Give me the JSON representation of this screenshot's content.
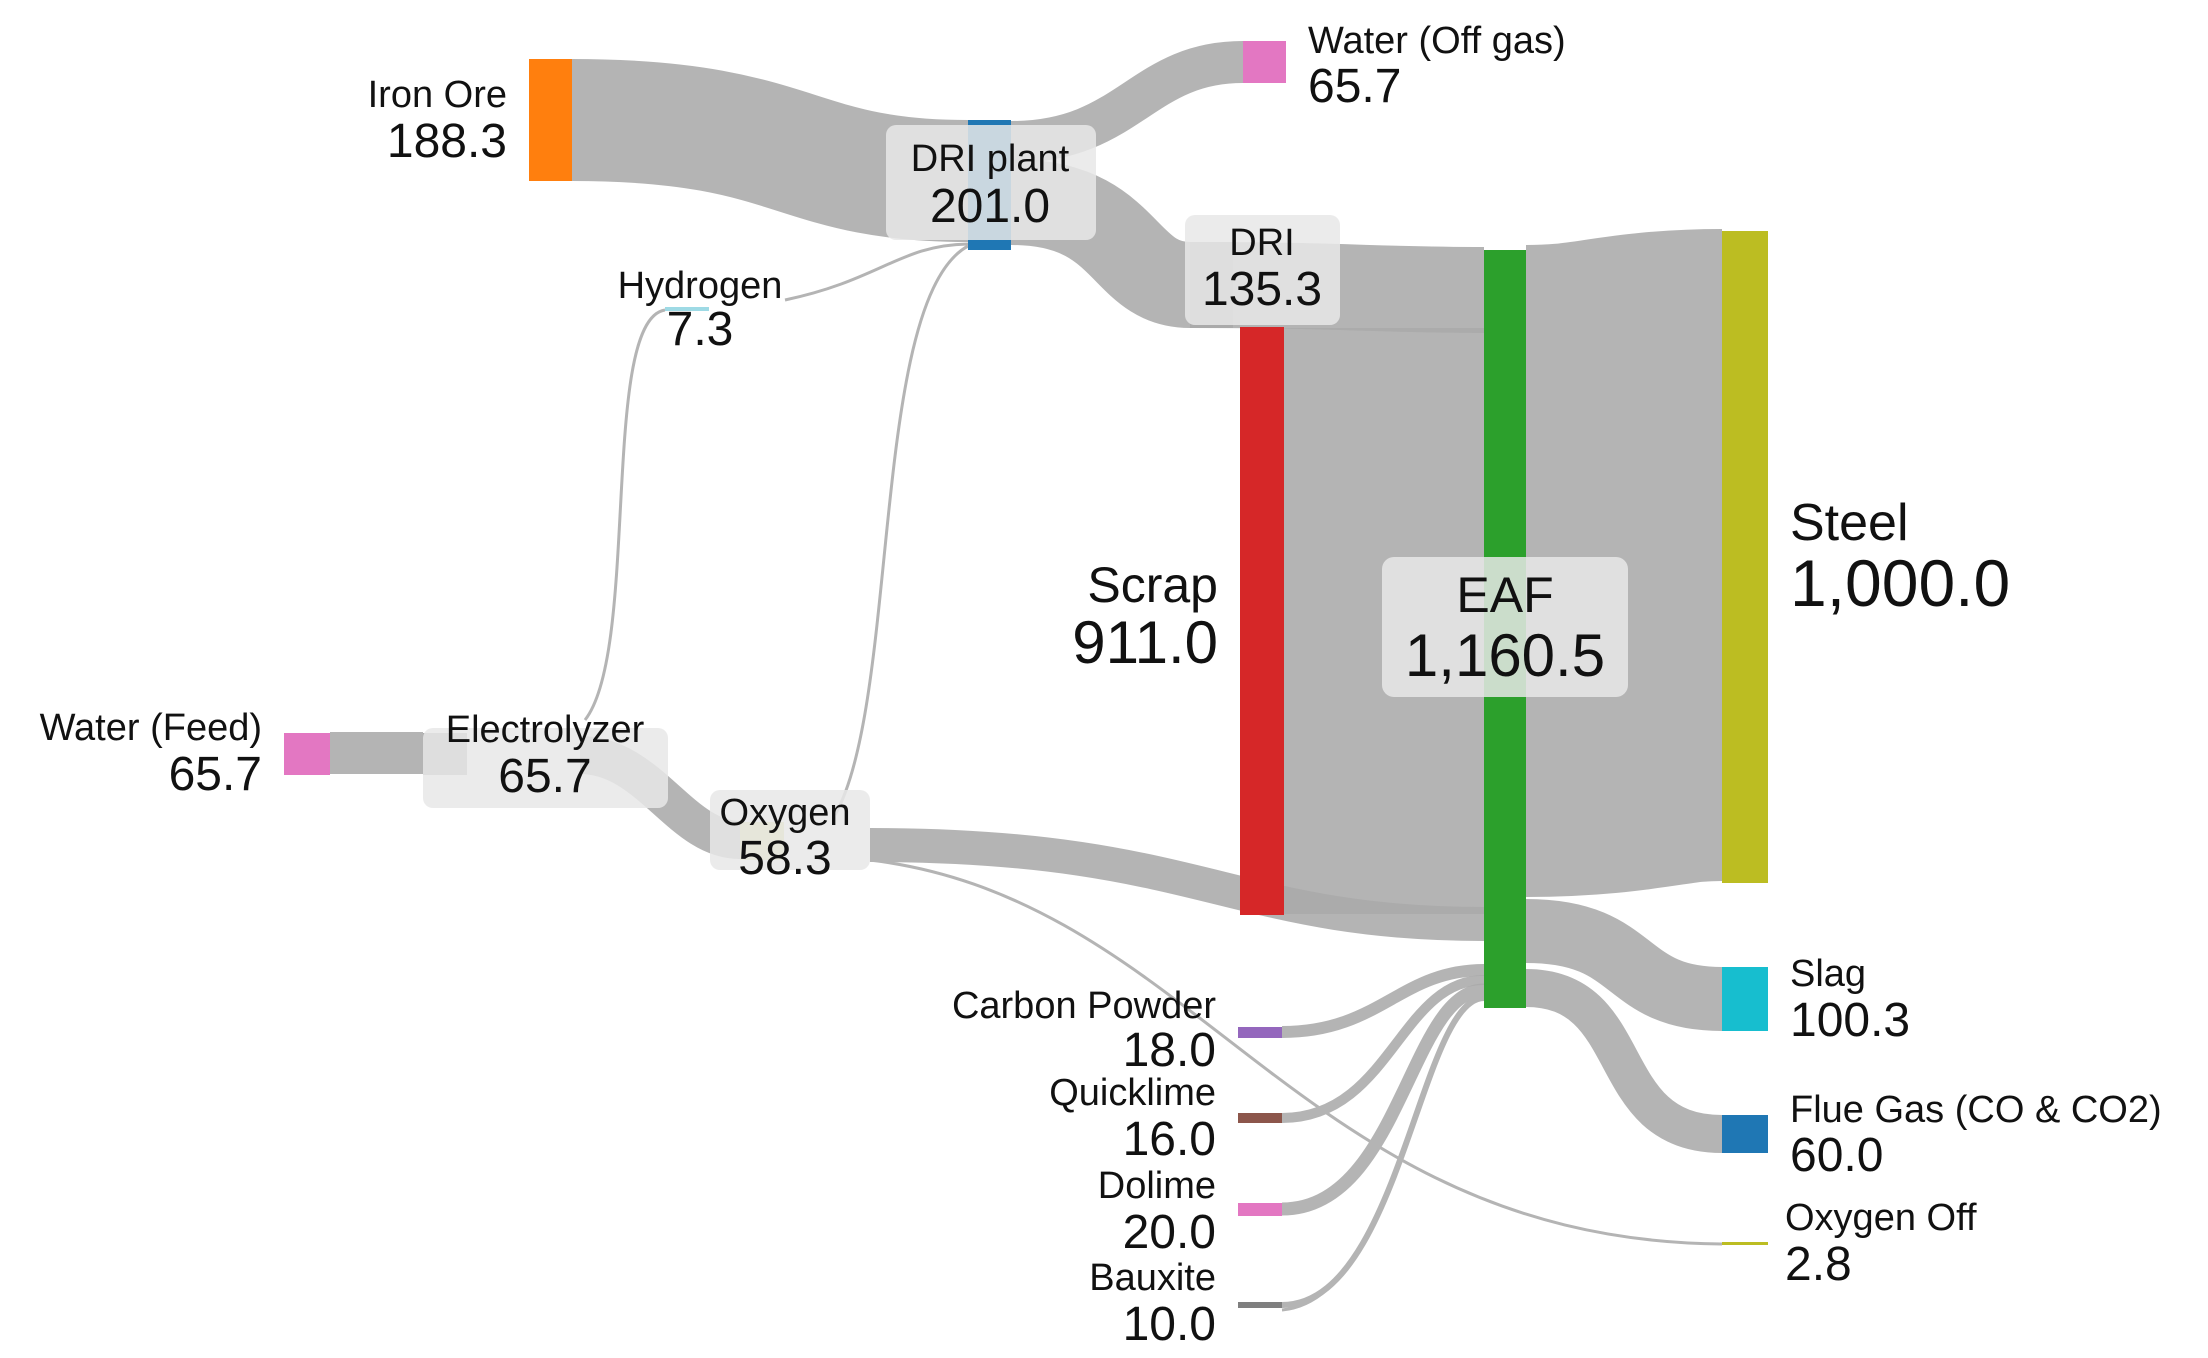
{
  "colors": {
    "iron_ore": "#ff7f0e",
    "water": "#e377c2",
    "dri_plant": "#1f77b4",
    "hydrogen": "#9edae5",
    "oxygen": "#dbdb8d",
    "scrap": "#d62728",
    "eaf": "#2ca02c",
    "steel": "#bcbd22",
    "slag": "#17becf",
    "flue_gas": "#1f77b4",
    "carbon_powder": "#9467bd",
    "quicklime": "#8c564b",
    "dolime": "#e377c2",
    "bauxite": "#7f7f7f",
    "oxygen_off": "#bcbd22",
    "link": "#aaaaaa"
  },
  "nodes": {
    "iron_ore": {
      "name": "Iron Ore",
      "value": "188.3"
    },
    "water_off": {
      "name": "Water (Off gas)",
      "value": "65.7"
    },
    "dri_plant": {
      "name": "DRI plant",
      "value": "201.0"
    },
    "hydrogen": {
      "name": "Hydrogen",
      "value": "7.3"
    },
    "dri": {
      "name": "DRI",
      "value": "135.3"
    },
    "water_feed": {
      "name": "Water (Feed)",
      "value": "65.7"
    },
    "electrolyzer": {
      "name": "Electrolyzer",
      "value": "65.7"
    },
    "oxygen": {
      "name": "Oxygen",
      "value": "58.3"
    },
    "scrap": {
      "name": "Scrap",
      "value": "911.0"
    },
    "eaf": {
      "name": "EAF",
      "value": "1,160.5"
    },
    "steel": {
      "name": "Steel",
      "value": "1,000.0"
    },
    "slag": {
      "name": "Slag",
      "value": "100.3"
    },
    "flue_gas": {
      "name": "Flue Gas (CO & CO2)",
      "value": "60.0"
    },
    "carbon_powder": {
      "name": "Carbon Powder",
      "value": "18.0"
    },
    "quicklime": {
      "name": "Quicklime",
      "value": "16.0"
    },
    "dolime": {
      "name": "Dolime",
      "value": "20.0"
    },
    "bauxite": {
      "name": "Bauxite",
      "value": "10.0"
    },
    "oxygen_off": {
      "name": "Oxygen Off",
      "value": "2.8"
    }
  }
}
